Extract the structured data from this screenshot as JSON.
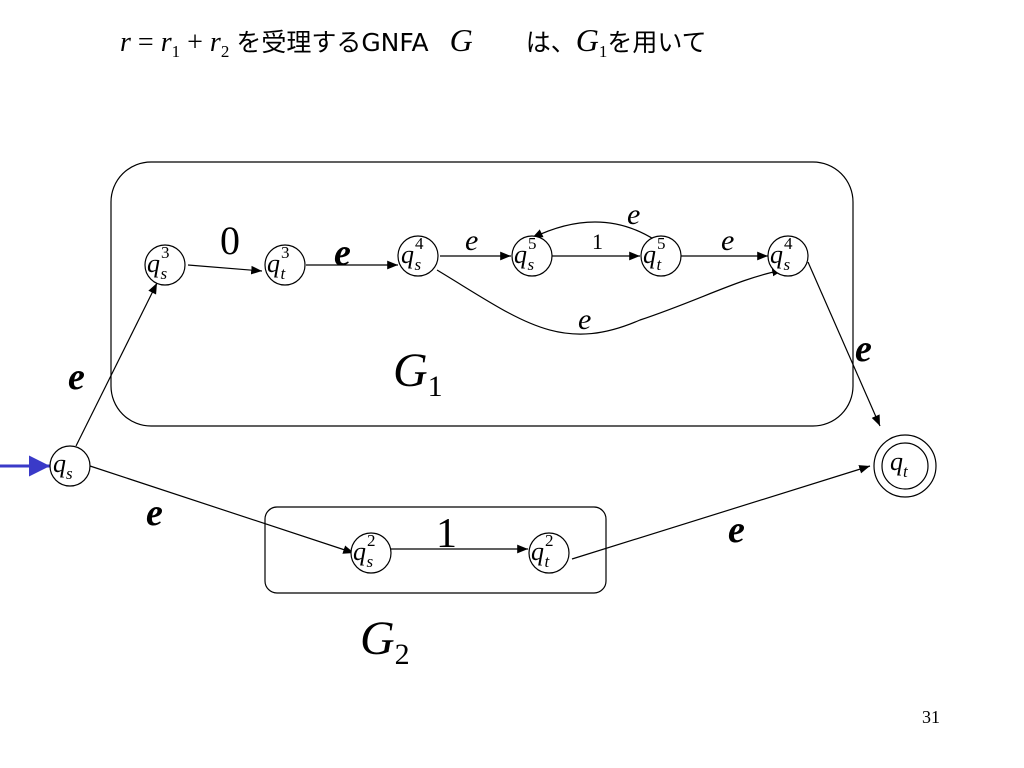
{
  "title": {
    "expr_r": "r",
    "expr_eq": "=",
    "expr_r1": "r",
    "expr_r1_sub": "1",
    "expr_plus": "+",
    "expr_r2": "r",
    "expr_r2_sub": "2",
    "text_accept": "を受理するGNFA",
    "g_symbol": "G",
    "text_ha": "は、",
    "g1_symbol": "G",
    "g1_sub": "1",
    "text_use": "を用いて"
  },
  "page_number": "31",
  "states": {
    "qs": {
      "base": "q",
      "sub": "s",
      "sup": ""
    },
    "qt": {
      "base": "q",
      "sub": "t",
      "sup": ""
    },
    "qs3": {
      "base": "q",
      "sub": "s",
      "sup": "3"
    },
    "qt3": {
      "base": "q",
      "sub": "t",
      "sup": "3"
    },
    "qs4a": {
      "base": "q",
      "sub": "s",
      "sup": "4"
    },
    "qs5": {
      "base": "q",
      "sub": "s",
      "sup": "5"
    },
    "qt5": {
      "base": "q",
      "sub": "t",
      "sup": "5"
    },
    "qs4b": {
      "base": "q",
      "sub": "s",
      "sup": "4"
    },
    "qs2": {
      "base": "q",
      "sub": "s",
      "sup": "2"
    },
    "qt2": {
      "base": "q",
      "sub": "t",
      "sup": "2"
    }
  },
  "edge_labels": {
    "zero": "0",
    "e_qt3_qs4": "e",
    "e_qs4_qs5": "e",
    "e_back": "e",
    "one_small": "1",
    "e_qt5_qs4": "e",
    "e_bypass": "e",
    "e_qs_qs3": "e",
    "e_qs_qs2": "e",
    "e_qs4_qt": "e",
    "one_big": "1",
    "e_qt2_qt": "e"
  },
  "group_labels": {
    "g1": {
      "symbol": "G",
      "sub": "1"
    },
    "g2": {
      "symbol": "G",
      "sub": "2"
    }
  },
  "colors": {
    "start_arrow": "#3a3ac8",
    "stroke": "#000000"
  }
}
